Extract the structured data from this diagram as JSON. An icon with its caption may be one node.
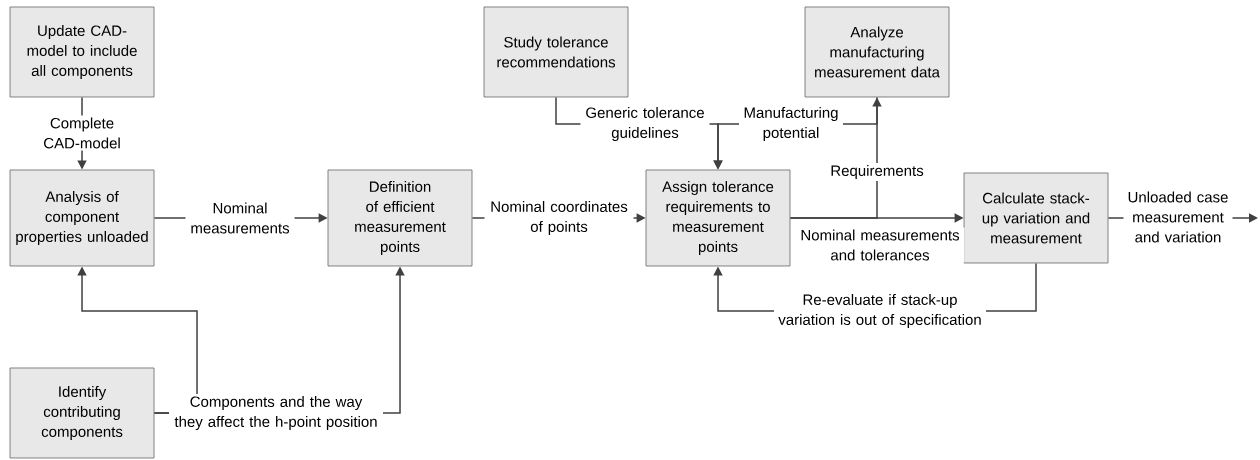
{
  "diagram": {
    "nodes": [
      {
        "text": [
          "Update CAD-model to include all components"
        ]
      },
      {
        "text": [
          "Study tolerance recommendations"
        ]
      },
      {
        "text": [
          "Analyze manufacturing measurement data"
        ]
      },
      {
        "text": [
          "Analysis of component properties unloaded"
        ]
      },
      {
        "text": [
          "Definition of efficient measurement points"
        ]
      },
      {
        "text": [
          "Assign tolerance requirements to measurement points"
        ]
      },
      {
        "text": [
          "Calculate stack-up variation and measurement"
        ]
      },
      {
        "text": [
          "Identify contributing components"
        ]
      }
    ],
    "edges": [
      {
        "from": 0,
        "to": 3,
        "arrow": "to",
        "label": "Complete CAD-model"
      },
      {
        "from": 3,
        "to": 4,
        "arrow": "to",
        "label": "Nominal measurements"
      },
      {
        "from": 7,
        "to": 3,
        "arrow": "to"
      },
      {
        "from": 7,
        "to": 4,
        "arrow": "to",
        "label": "Components and the way they affect the h-point position"
      },
      {
        "from": 4,
        "to": 5,
        "arrow": "to",
        "label": "Nominal coordinates of points"
      },
      {
        "from": 1,
        "to": 5,
        "arrow": "to",
        "label": "Generic tolerance guidelines"
      },
      {
        "from": 2,
        "to": 5,
        "arrow": "to",
        "label": "Manufacturing potential"
      },
      {
        "from": 5,
        "to": 2,
        "arrow": "to",
        "label": "Requirements"
      },
      {
        "from": 5,
        "to": 6,
        "arrow": "to",
        "label": "Nominal measurements and tolerances"
      },
      {
        "from": 6,
        "to": 5,
        "arrow": "to",
        "label": "Re-evaluate if stack-up variation is out of specification"
      },
      {
        "from": 6,
        "to": null,
        "arrow": "to",
        "label": "Unloaded case measurement and variation"
      }
    ]
  }
}
